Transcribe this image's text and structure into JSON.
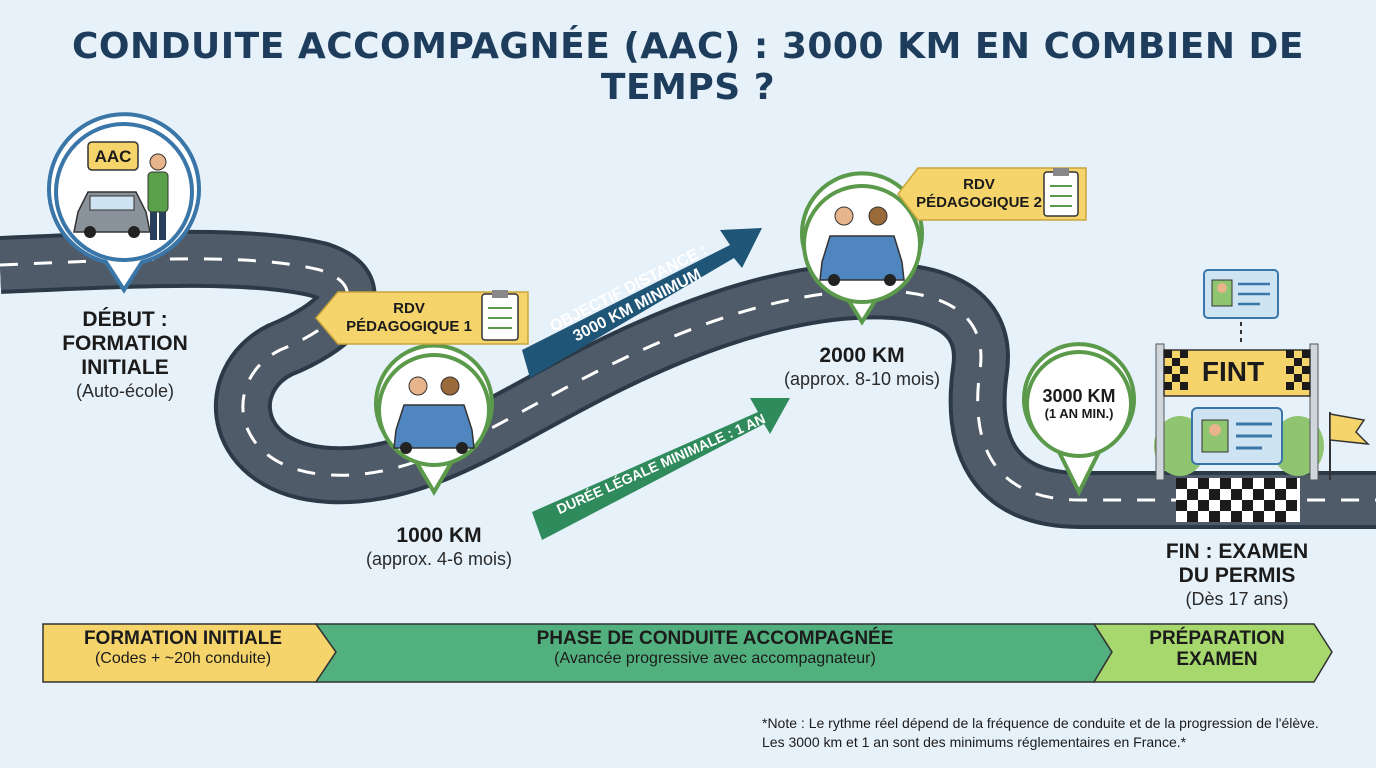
{
  "title": "CONDUITE ACCOMPAGNÉE (AAC) : 3000 KM EN COMBIEN DE TEMPS ?",
  "start": {
    "bubble": "AAC",
    "title_line1": "DÉBUT :",
    "title_line2": "FORMATION",
    "title_line3": "INITIALE",
    "sub": "(Auto-école)"
  },
  "rdv1": {
    "line1": "RDV",
    "line2": "PÉDAGOGIQUE 1"
  },
  "rdv2": {
    "line1": "RDV",
    "line2": "PÉDAGOGIQUE 2"
  },
  "km1000": {
    "title": "1000 KM",
    "sub": "(approx. 4-6 mois)"
  },
  "km2000": {
    "title": "2000 KM",
    "sub": "(approx. 8-10 mois)"
  },
  "km3000": {
    "title": "3000 KM",
    "sub": "(1 AN MIN.)"
  },
  "arrow_distance": {
    "line1": "OBJECTIF DISTANCE :",
    "line2": "3000 KM MINIMUM"
  },
  "arrow_duration": {
    "text": "DURÉE LÉGALE MINIMALE : 1 AN"
  },
  "finish": {
    "banner": "FINT",
    "title_line1": "FIN : EXAMEN",
    "title_line2": "DU PERMIS",
    "sub": "(Dès 17 ans)"
  },
  "phases": [
    {
      "title": "FORMATION INITIALE",
      "sub": "(Codes + ~20h conduite)"
    },
    {
      "title": "PHASE DE CONDUITE ACCOMPAGNÉE",
      "sub": "(Avancée progressive avec accompagnateur)"
    },
    {
      "title_line1": "PRÉPARATION",
      "title_line2": "EXAMEN"
    }
  ],
  "note": "*Note : Le rythme réel dépend de la fréquence de conduite et de la progression de l'élève. Les 3000 km et 1 an sont des minimums réglementaires en France.*",
  "colors": {
    "title": "#1e3d5c",
    "road": "#4a5663",
    "road_edge": "#2c3a48",
    "pin_border": "#5a9a4a",
    "arrow_blue": "#1f5577",
    "arrow_green": "#2f8a5c",
    "rdv_tag": "#f6d46c",
    "phase_yellow": "#f6d46c",
    "phase_green": "#52b07e",
    "phase_lime": "#a6d86e"
  },
  "icons": [
    "car-icon",
    "instructor-icon",
    "clipboard-icon",
    "license-card-icon",
    "flag-icon",
    "checkered-banner-icon"
  ]
}
